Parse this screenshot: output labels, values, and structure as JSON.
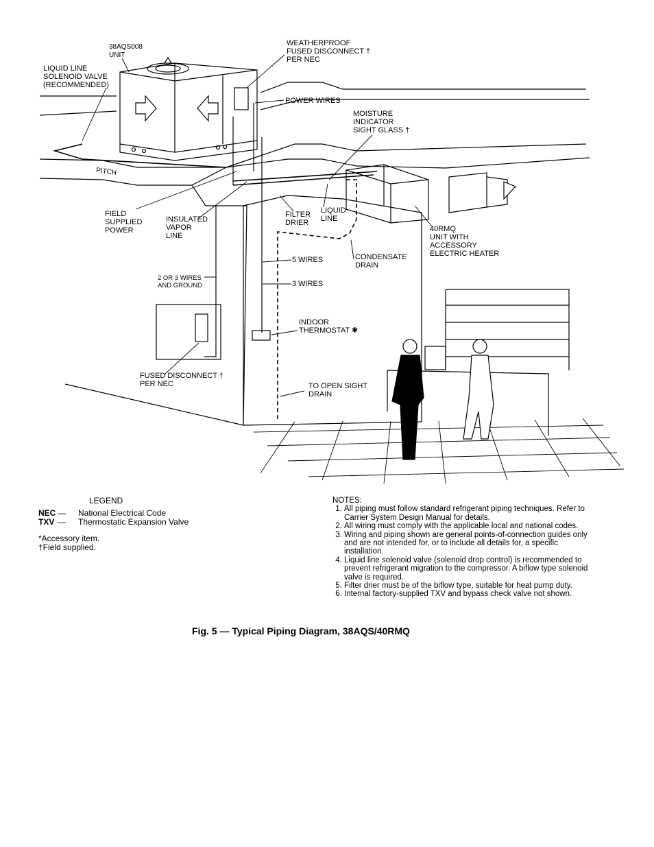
{
  "labels": {
    "unit_38aqs": "38AQS008\nUNIT",
    "solenoid": "LIQUID LINE\nSOLENOID VALVE\n(RECOMMENDED)",
    "weatherproof": "WEATHERPROOF\nFUSED DISCONNECT †\nPER NEC",
    "power_wires": "POWER WIRES",
    "moisture": "MOISTURE\nINDICATOR\nSIGHT GLASS †",
    "pitch": "PITCH",
    "field_power": "FIELD\nSUPPLIED\nPOWER",
    "vapor_line": "INSULATED\nVAPOR\nLINE",
    "filter_drier": "FILTER\nDRIER",
    "liquid_line": "LIQUID\nLINE",
    "unit_40rmq": "40RMQ\nUNIT WITH\nACCESSORY\nELECTRIC HEATER",
    "five_wires": "5 WIRES",
    "condensate": "CONDENSATE\nDRAIN",
    "two_three_wires": "2 OR 3 WIRES\nAND GROUND",
    "three_wires": "3 WIRES",
    "thermostat": "INDOOR\nTHERMOSTAT ✱",
    "fused_disconnect": "FUSED DISCONNECT †\nPER NEC",
    "open_drain": "TO OPEN SIGHT\nDRAIN"
  },
  "legend": {
    "title": "LEGEND",
    "entries": [
      {
        "abbr": "NEC",
        "dash": "—",
        "meaning": "National Electrical Code"
      },
      {
        "abbr": "TXV",
        "dash": "—",
        "meaning": "Thermostatic Expansion Valve"
      }
    ],
    "footnote_accessory": "*Accessory item.",
    "footnote_field": "†Field supplied."
  },
  "notes": {
    "title": "NOTES:",
    "items": [
      "All piping must follow standard refrigerant piping techniques. Refer to Carrier System Design Manual for details.",
      "All wiring must comply with the applicable local and national codes.",
      "Wiring and piping shown are general points-of-connection guides only and are not intended for, or to include all details for, a specific installation.",
      "Liquid line solenoid valve (solenoid drop control) is recommended to prevent refrigerant migration to the compressor. A biflow type solenoid valve is required.",
      "Filter drier must be of the biflow type, suitable for heat pump duty.",
      "Internal factory-supplied TXV and bypass check valve not shown."
    ]
  },
  "caption": "Fig. 5 — Typical Piping Diagram, 38AQS/40RMQ"
}
